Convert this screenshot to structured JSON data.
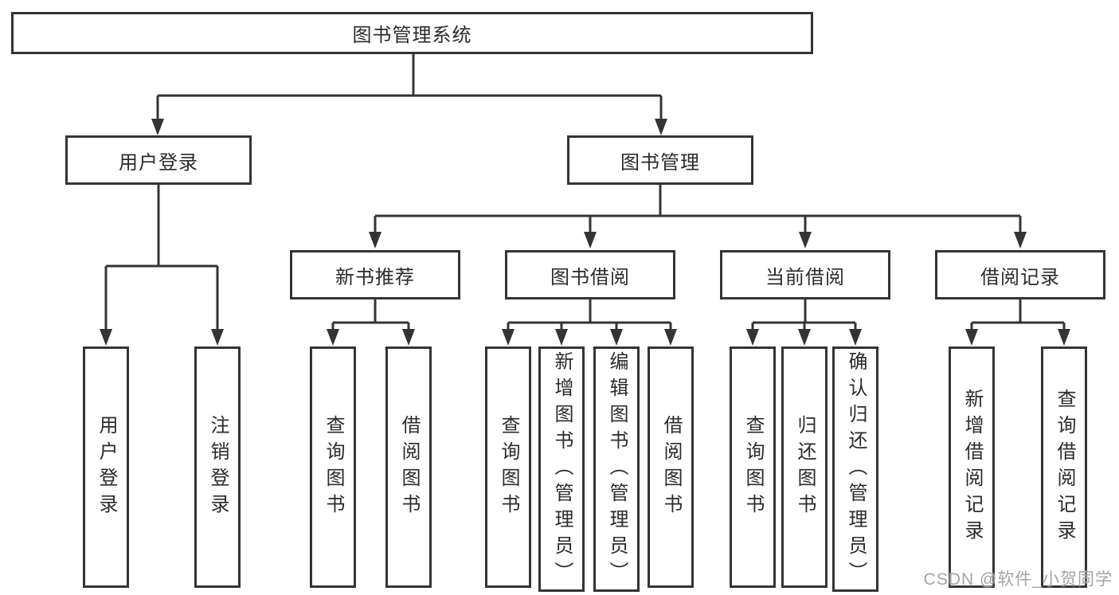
{
  "watermark": "CSDN @软件_小贺同学",
  "colors": {
    "line": "#343434",
    "box_border": "#343434",
    "box_background": "#ffffff",
    "text": "#2b2b2b",
    "watermark_text": "#949494"
  },
  "diagram": {
    "type": "tree",
    "root": "图书管理系统",
    "branches": [
      {
        "label": "用户登录",
        "children": [
          "用户登录",
          "注销登录"
        ]
      },
      {
        "label": "图书管理",
        "children": [
          {
            "label": "新书推荐",
            "children": [
              "查询图书",
              "借阅图书"
            ]
          },
          {
            "label": "图书借阅",
            "children": [
              "查询图书",
              "新增图书（管理员）",
              "编辑图书（管理员）",
              "借阅图书"
            ]
          },
          {
            "label": "当前借阅",
            "children": [
              "查询图书",
              "归还图书",
              "确认归还（管理员）"
            ]
          },
          {
            "label": "借阅记录",
            "children": [
              "新增借阅记录",
              "查询借阅记录"
            ]
          }
        ]
      }
    ]
  }
}
